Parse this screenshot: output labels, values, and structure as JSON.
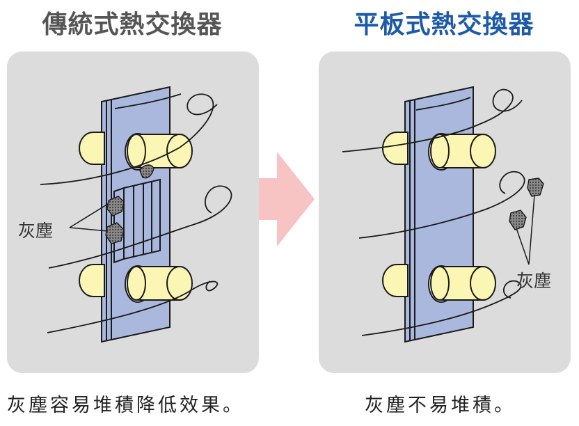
{
  "left": {
    "title": "傳統式熱交換器",
    "dust_label": "灰塵",
    "caption": "灰塵容易堆積降低效果。"
  },
  "right": {
    "title": "平板式熱交換器",
    "dust_label": "灰塵",
    "caption": "灰塵不易堆積。"
  },
  "colors": {
    "panel_bg": "#dcdcdd",
    "plate": "#a9b8dc",
    "tube": "#fbf6b4",
    "arrow": "#f7c3c3",
    "left_title": "#555555",
    "right_title": "#1d5aa8"
  }
}
